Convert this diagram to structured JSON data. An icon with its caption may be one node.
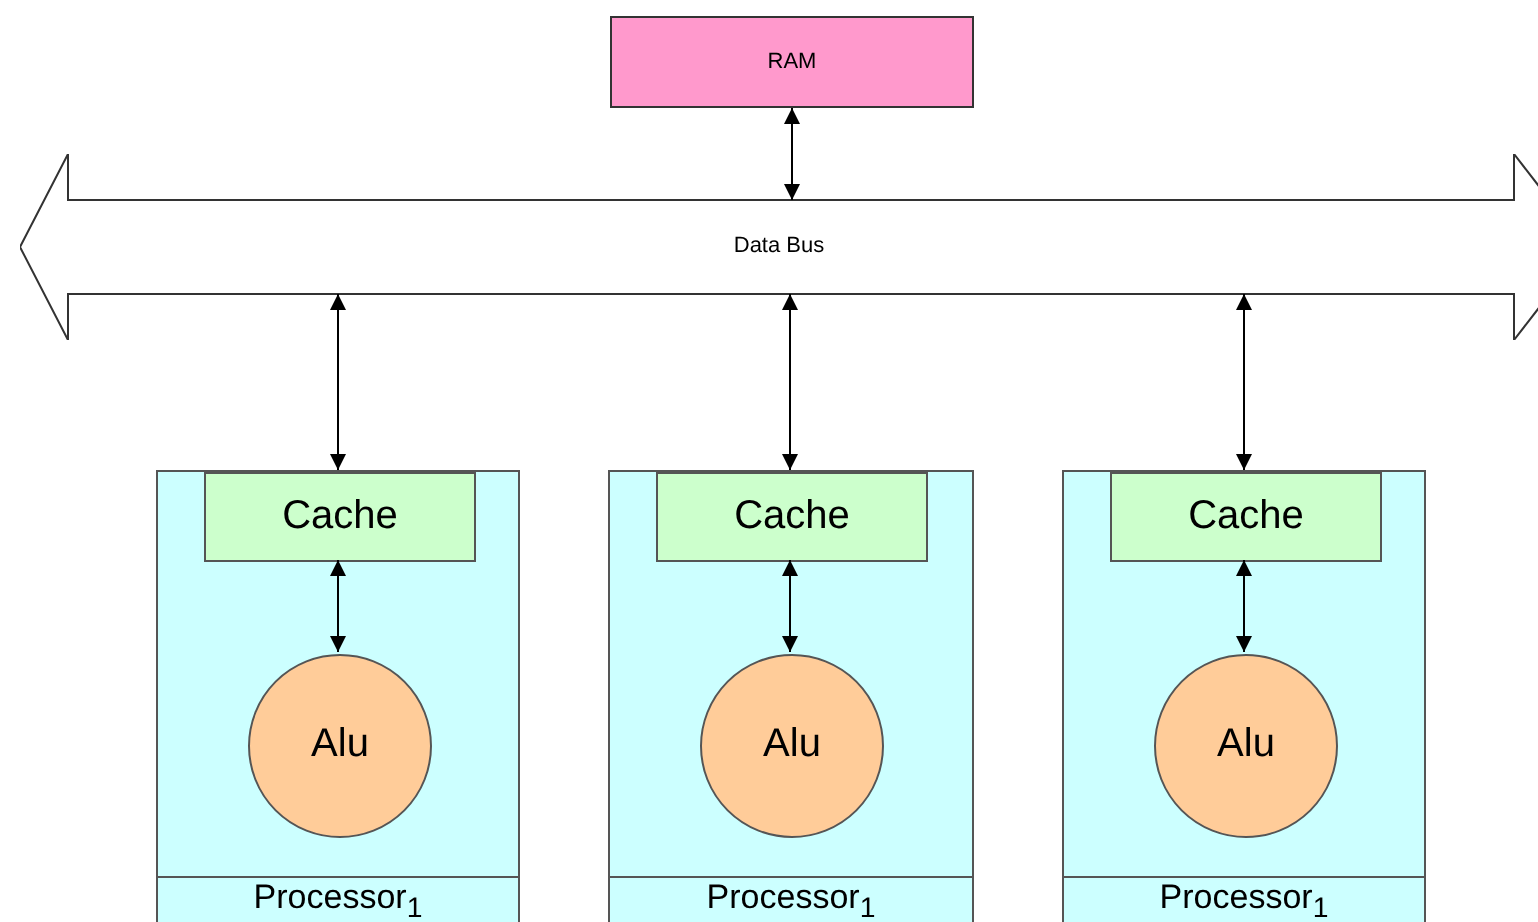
{
  "diagram": {
    "nodes": [
      {
        "text": [
          "RAM"
        ]
      },
      {
        "text": [
          "Data Bus"
        ]
      },
      {
        "text": [
          "Processor$_{1}$"
        ]
      },
      {
        "text": [
          "Cache"
        ],
        "in": 2
      },
      {
        "text": [
          "Alu"
        ],
        "in": 2
      },
      {
        "text": [
          "Processor$_{1}$"
        ]
      },
      {
        "text": [
          "Cache"
        ],
        "in": 5
      },
      {
        "text": [
          "Alu"
        ],
        "in": 5
      },
      {
        "text": [
          "Processor$_{1}$"
        ]
      },
      {
        "text": [
          "Cache"
        ],
        "in": 8
      },
      {
        "text": [
          "Alu"
        ],
        "in": 8
      }
    ],
    "edges": [
      {
        "from": 0,
        "to": 1,
        "arrow": "both"
      },
      {
        "from": 1,
        "to": 3,
        "arrow": "both"
      },
      {
        "from": 1,
        "to": 6,
        "arrow": "both"
      },
      {
        "from": 1,
        "to": 9,
        "arrow": "both"
      },
      {
        "from": 3,
        "to": 4,
        "arrow": "both"
      },
      {
        "from": 6,
        "to": 7,
        "arrow": "both"
      },
      {
        "from": 9,
        "to": 10,
        "arrow": "both"
      }
    ]
  }
}
